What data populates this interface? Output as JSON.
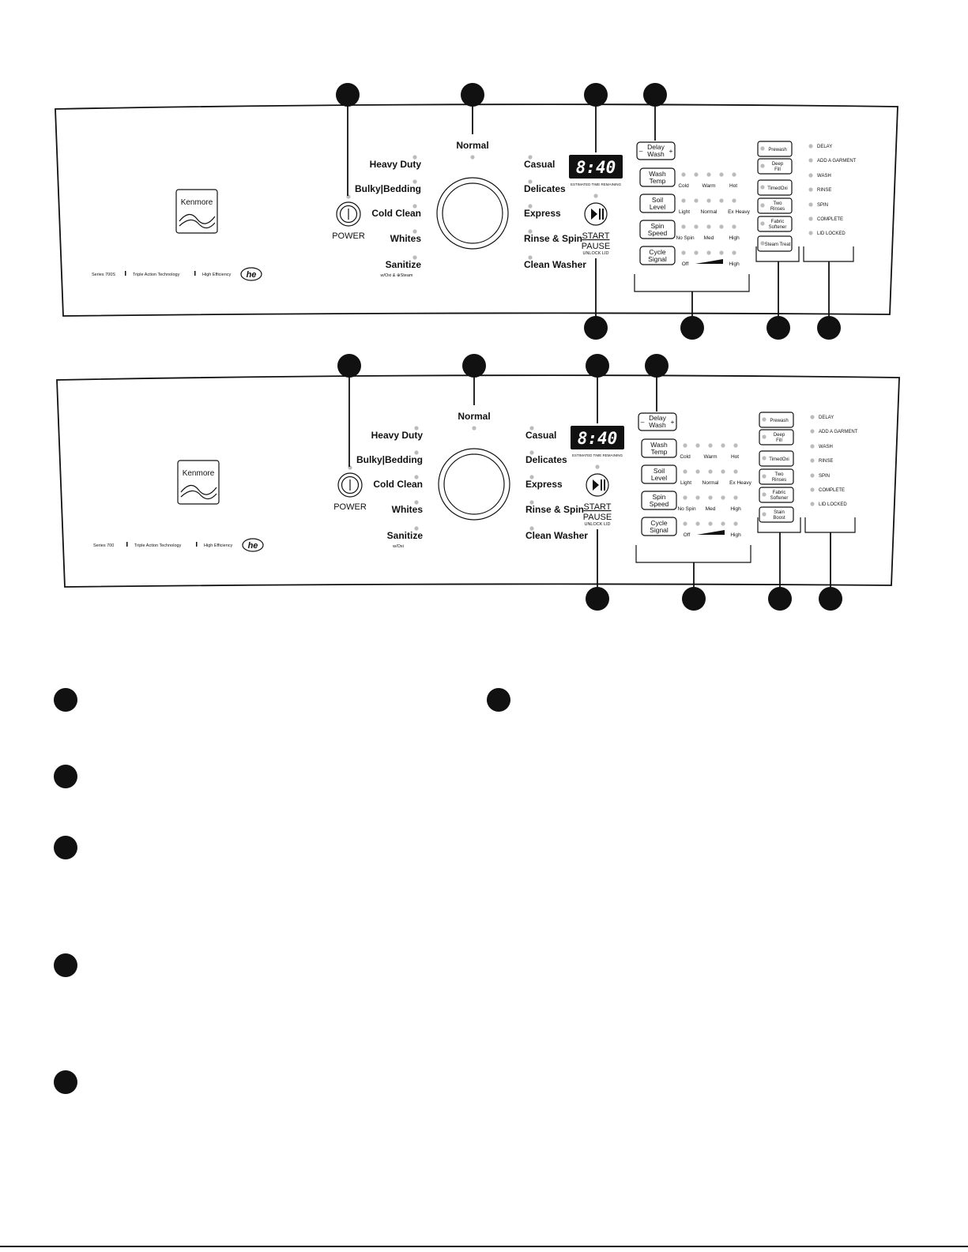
{
  "brand": "Kenmore",
  "panels": [
    {
      "id": "top",
      "series_label": "Series 700S",
      "tag1": "Triple Action Technology",
      "tag2": "High Efficiency",
      "he_logo": "he",
      "power_label": "POWER",
      "center_cycle": "Normal",
      "left_cycles": [
        "Heavy Duty",
        "Bulky|Bedding",
        "Cold Clean",
        "Whites",
        "Sanitize"
      ],
      "sanitize_sub": "w/Oxi & ",
      "sanitize_sub_icon": "steam-icon",
      "sanitize_sub2": "Steam",
      "right_cycles": [
        "Casual",
        "Delicates",
        "Express",
        "Rinse & Spin",
        "Clean Washer"
      ],
      "display_value": "8:40",
      "display_caption": "ESTIMATED TIME REMAINING",
      "start_label": "START",
      "pause_label": "PAUSE",
      "unlock_label": "UNLOCK LID",
      "delay": {
        "minus": "–",
        "line1": "Delay",
        "line2": "Wash",
        "plus": "+"
      },
      "settings": [
        {
          "line1": "Wash",
          "line2": "Temp",
          "levels": [
            "Cold",
            "Warm",
            "Hot"
          ]
        },
        {
          "line1": "Soil",
          "line2": "Level",
          "levels": [
            "Light",
            "Normal",
            "Ex Heavy"
          ]
        },
        {
          "line1": "Spin",
          "line2": "Speed",
          "levels": [
            "No Spin",
            "Med",
            "High"
          ]
        },
        {
          "line1": "Cycle",
          "line2": "Signal",
          "levels": [
            "Off",
            "High"
          ]
        }
      ],
      "options": [
        {
          "line1": "Prewash",
          "line2": ""
        },
        {
          "line1": "Deep",
          "line2": "Fill"
        },
        {
          "line1": "TimedOxi",
          "line2": ""
        },
        {
          "line1": "Two",
          "line2": "Rinses"
        },
        {
          "line1": "Fabric",
          "line2": "Softener"
        },
        {
          "line1": "Steam Treat",
          "line2": ""
        }
      ],
      "statuses": [
        "DELAY",
        "ADD A GARMENT",
        "WASH",
        "RINSE",
        "SPIN",
        "COMPLETE",
        "LID LOCKED"
      ]
    },
    {
      "id": "bottom",
      "series_label": "Series 700",
      "tag1": "Triple Action Technology",
      "tag2": "High Efficiency",
      "he_logo": "he",
      "power_label": "POWER",
      "center_cycle": "Normal",
      "left_cycles": [
        "Heavy Duty",
        "Bulky|Bedding",
        "Cold Clean",
        "Whites",
        "Sanitize"
      ],
      "sanitize_sub": "w/Oxi",
      "sanitize_sub_icon": "",
      "sanitize_sub2": "",
      "right_cycles": [
        "Casual",
        "Delicates",
        "Express",
        "Rinse & Spin",
        "Clean Washer"
      ],
      "display_value": "8:40",
      "display_caption": "ESTIMATED TIME REMAINING",
      "start_label": "START",
      "pause_label": "PAUSE",
      "unlock_label": "UNLOCK LID",
      "delay": {
        "minus": "–",
        "line1": "Delay",
        "line2": "Wash",
        "plus": "+"
      },
      "settings": [
        {
          "line1": "Wash",
          "line2": "Temp",
          "levels": [
            "Cold",
            "Warm",
            "Hot"
          ]
        },
        {
          "line1": "Soil",
          "line2": "Level",
          "levels": [
            "Light",
            "Normal",
            "Ex Heavy"
          ]
        },
        {
          "line1": "Spin",
          "line2": "Speed",
          "levels": [
            "No Spin",
            "Med",
            "High"
          ]
        },
        {
          "line1": "Cycle",
          "line2": "Signal",
          "levels": [
            "Off",
            "High"
          ]
        }
      ],
      "options": [
        {
          "line1": "Prewash",
          "line2": ""
        },
        {
          "line1": "Deep",
          "line2": "Fill"
        },
        {
          "line1": "TimedOxi",
          "line2": ""
        },
        {
          "line1": "Two",
          "line2": "Rinses"
        },
        {
          "line1": "Fabric",
          "line2": "Softener"
        },
        {
          "line1": "Stain",
          "line2": "Boost"
        }
      ],
      "statuses": [
        "DELAY",
        "ADD A GARMENT",
        "WASH",
        "RINSE",
        "SPIN",
        "COMPLETE",
        "LID LOCKED"
      ]
    }
  ]
}
